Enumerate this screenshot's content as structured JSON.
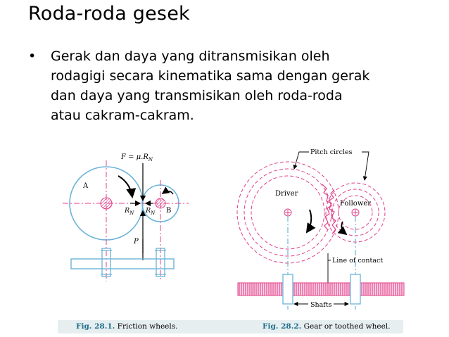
{
  "slide": {
    "title": "Roda-roda gesek",
    "bullet_marker": "•",
    "bullet_lines": [
      "Gerak dan daya yang ditransmisikan oleh",
      "rodagigi secara kinematika sama dengan gerak",
      "dan daya yang transmisikan oleh roda-roda",
      "atau cakram-cakram."
    ]
  },
  "figure_1": {
    "label_force": "F = μ.R",
    "label_force_sub": "N",
    "label_a": "A",
    "label_b": "B",
    "label_rn_left": "R",
    "label_rn_right": "R",
    "label_rn_sub": "N",
    "label_p": "P",
    "caption_num": "Fig. 28.1.",
    "caption_text": " Friction wheels.",
    "wheel_color": "#6bb3d9",
    "center_color": "#e0408a"
  },
  "figure_2": {
    "label_pitch": "Pitch circles",
    "label_driver": "Driver",
    "label_follower": "Follower",
    "label_line_contact": "Line of contact",
    "label_shafts": "Shafts",
    "caption_num": "Fig. 28.2.",
    "caption_text": " Gear or toothed wheel.",
    "gear_color": "#e0408a",
    "shaft_color": "#6bb3d9"
  }
}
